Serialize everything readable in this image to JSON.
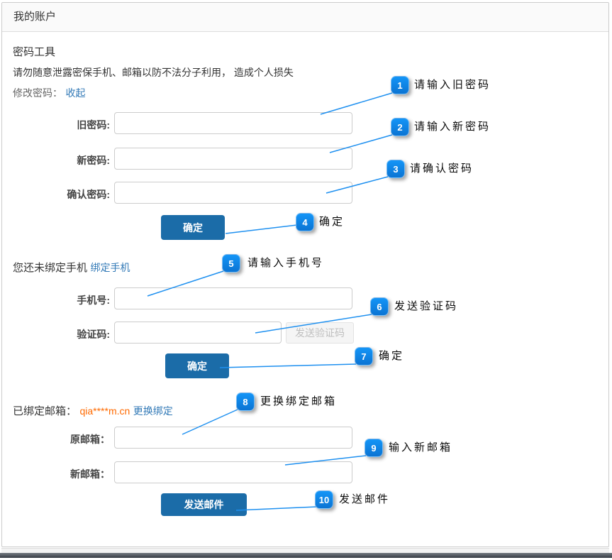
{
  "page": {
    "title": "我的账户"
  },
  "password_section": {
    "heading": "密码工具",
    "warning": "请勿随意泄露密保手机、邮箱以防不法分子利用， 造成个人损失",
    "subheading": "修改密码：",
    "collapse_link": "收起",
    "fields": [
      {
        "label": "旧密码:",
        "value": ""
      },
      {
        "label": "新密码:",
        "value": ""
      },
      {
        "label": "确认密码:",
        "value": ""
      }
    ],
    "submit_label": "确定"
  },
  "phone_section": {
    "heading": "您还未绑定手机",
    "bind_link": "绑定手机",
    "fields": [
      {
        "label": "手机号:",
        "value": ""
      },
      {
        "label": "验证码:",
        "value": ""
      }
    ],
    "send_code_label": "发送验证码",
    "submit_label": "确定"
  },
  "email_section": {
    "heading": "已绑定邮箱：",
    "bound_email": "qia****m.cn",
    "change_link": "更换绑定",
    "fields": [
      {
        "label": "原邮箱：",
        "value": ""
      },
      {
        "label": "新邮箱：",
        "value": ""
      }
    ],
    "submit_label": "发送邮件"
  },
  "annotations": [
    {
      "num": "1",
      "label": "请输入旧密码"
    },
    {
      "num": "2",
      "label": "请输入新密码"
    },
    {
      "num": "3",
      "label": "请确认密码"
    },
    {
      "num": "4",
      "label": "确定"
    },
    {
      "num": "5",
      "label": "请输入手机号"
    },
    {
      "num": "6",
      "label": "发送验证码"
    },
    {
      "num": "7",
      "label": "确定"
    },
    {
      "num": "8",
      "label": "更换绑定邮箱"
    },
    {
      "num": "9",
      "label": "输入新邮箱"
    },
    {
      "num": "10",
      "label": "发送邮件"
    }
  ],
  "colors": {
    "accent_blue": "#0e86ea",
    "button_blue": "#1b6ca8",
    "link_blue": "#337ab7",
    "email_orange": "#ff6a00"
  }
}
